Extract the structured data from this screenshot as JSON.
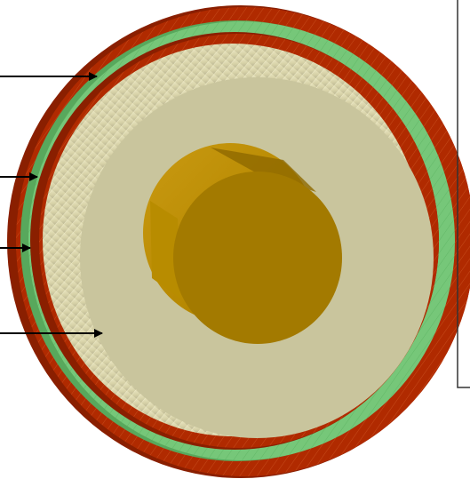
{
  "diagram": {
    "kind": "cross-section",
    "layers": [
      {
        "id": "outer-jacket",
        "color": "#b02a00",
        "edge_color": "#8a1f00"
      },
      {
        "id": "green-layer",
        "color": "#76c779",
        "edge_color": "#58a85c"
      },
      {
        "id": "inner-red-layer",
        "color": "#b02a00",
        "edge_color": "#8a1f00"
      },
      {
        "id": "insulation",
        "face_color": "#c9c59d",
        "side_color": "#dedbb2"
      },
      {
        "id": "core",
        "face_color": "#a37a00",
        "side_color": "#b88c00"
      }
    ],
    "pointer_color": "#000000",
    "leader_color": "#333333"
  }
}
